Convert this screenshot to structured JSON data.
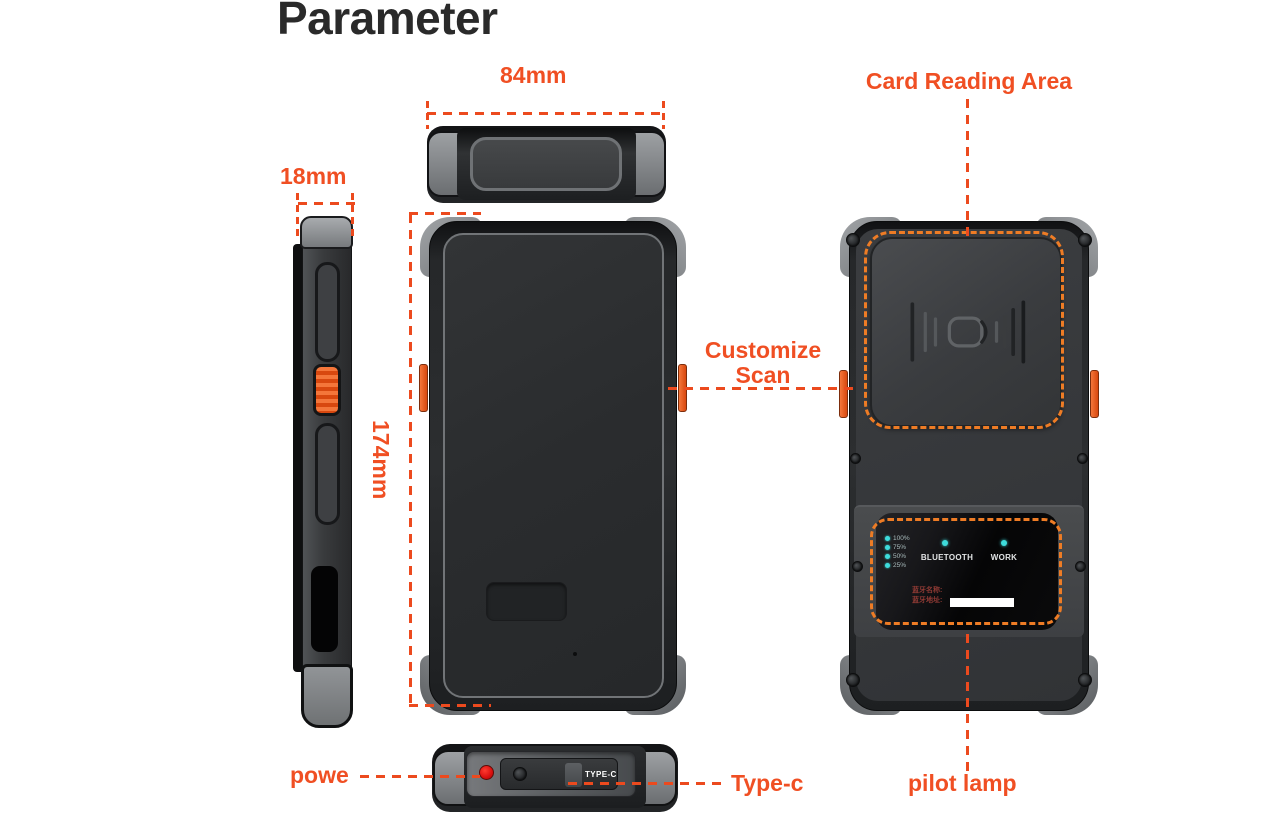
{
  "title": "Parameter",
  "colors": {
    "accent_orange": "#F04F23",
    "device_dash_orange": "#EE7C25",
    "led_cyan": "#3EDCDC",
    "power_button_red": "#D90F0F"
  },
  "dimensions": {
    "width": "84mm",
    "thickness": "18mm",
    "height": "174mm"
  },
  "labels": {
    "card_reading_area": "Card Reading Area",
    "customize_scan": {
      "line1": "Customize",
      "line2": "Scan"
    },
    "power": "powe",
    "type_c": "Type-c",
    "pilot_lamp": "pilot lamp"
  },
  "indicator_panel": {
    "battery_levels": [
      "100%",
      "75%",
      "50%",
      "25%"
    ],
    "indicators": [
      "BLUETOOTH",
      "WORK"
    ],
    "fields": [
      "蓝牙名称:",
      "蓝牙地址:"
    ]
  },
  "ports": {
    "type_c_cover": "TYPE-C"
  },
  "icons": {
    "nfc": "contactless-reader-icon",
    "screw": "screw-icon",
    "power": "power-button-icon",
    "led": "led-dot-icon"
  }
}
